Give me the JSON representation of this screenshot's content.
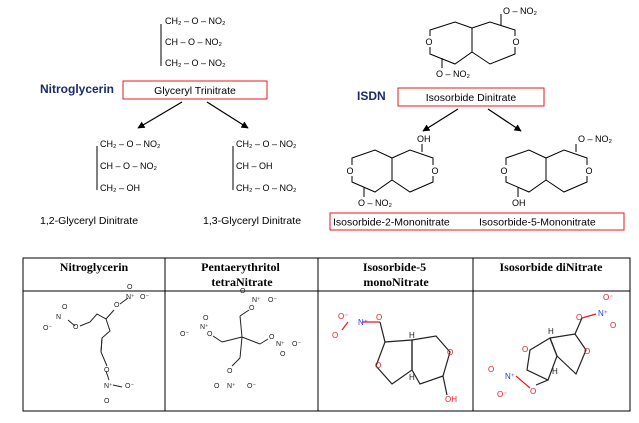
{
  "top": {
    "left_label": "Nitroglycerin",
    "left_box": "Glyceryl Trinitrate",
    "right_label": "ISDN",
    "right_box": "Isosorbide Dinitrate",
    "products": [
      "1,2-Glyceryl Dinitrate",
      "1,3-Glyceryl Dinitrate",
      "Isosorbide-2-Mononitrate",
      "Isosorbide-5-Mononitrate"
    ],
    "formula": {
      "ch2_ono2": "CH₂ – O – NO₂",
      "ch_ono2": "CH – O – NO₂",
      "ch2_oh": "CH₂ – OH",
      "ch_oh": "CH – OH",
      "ono2": "O – NO₂",
      "o": "O",
      "oh": "OH"
    }
  },
  "table": {
    "headers": [
      "Nitroglycerin",
      "Pentaerythritol tetraNitrate",
      "Isosorbide-5 monoNitrate",
      "Isosorbide diNitrate"
    ],
    "header_lines": [
      [
        "Nitroglycerin"
      ],
      [
        "Pentaerythritol",
        "tetraNitrate"
      ],
      [
        "Isosorbide-5",
        "monoNitrate"
      ],
      [
        "Isosorbide diNitrate"
      ]
    ]
  },
  "atoms": {
    "o": "O",
    "n": "N",
    "nplus": "N⁺",
    "ominus": "O⁻",
    "oh": "OH",
    "h": "H"
  },
  "colors": {
    "box": "#e8191e",
    "label": "#1a2a6b",
    "oxygen": "#e8191e",
    "nitrogen": "#1f3fe0"
  }
}
